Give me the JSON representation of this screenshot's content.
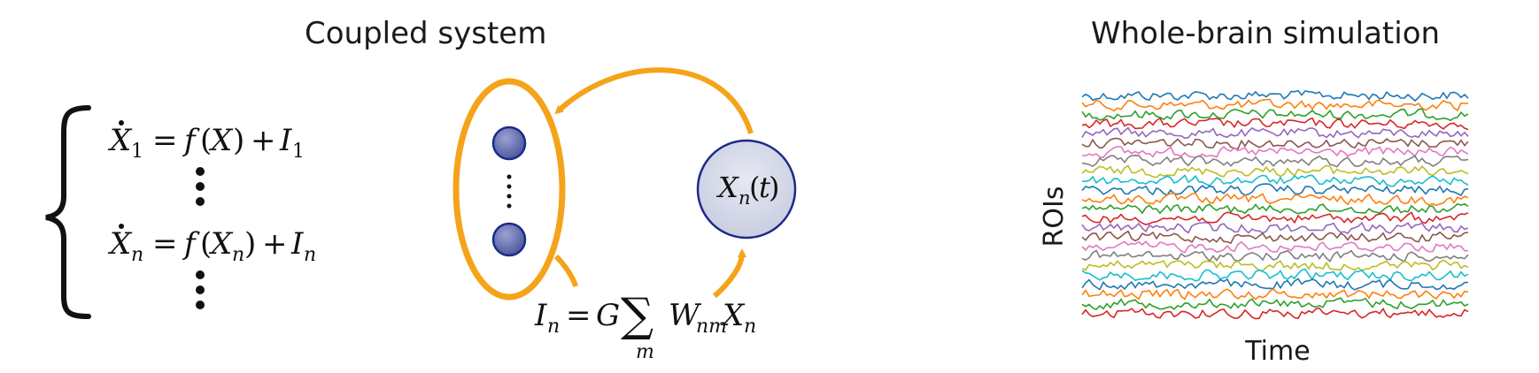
{
  "titles": {
    "left": "Coupled system",
    "right": "Whole-brain simulation"
  },
  "equations": {
    "eq1": {
      "var": "X",
      "sub": "1",
      "rhs_func": "f",
      "rhs_arg": "X",
      "input": "I",
      "input_sub": "1"
    },
    "eq2": {
      "var": "X",
      "sub": "n",
      "rhs_func": "f",
      "rhs_arg": "X",
      "rhs_arg_sub": "n",
      "input": "I",
      "input_sub": "n"
    }
  },
  "node": {
    "var": "X",
    "sub": "n",
    "arg": "t"
  },
  "coupling": {
    "lhs": "I",
    "lhs_sub": "n",
    "gain": "G",
    "sum_index": "m",
    "weight": "W",
    "weight_sub": "nm",
    "state": "X",
    "state_sub": "n"
  },
  "simulation": {
    "ylabel": "ROIs",
    "xlabel": "Time",
    "num_traces": 24
  },
  "colors": {
    "accent": "#f5a31a",
    "node_fill": "#6b74b0",
    "node_stroke": "#1c2a8a",
    "big_node_fill": "#d8dcea",
    "traces": [
      "#1f77b4",
      "#ff7f0e",
      "#2ca02c",
      "#d62728",
      "#9467bd",
      "#8c564b",
      "#e377c2",
      "#7f7f7f",
      "#bcbd22",
      "#17becf"
    ]
  }
}
